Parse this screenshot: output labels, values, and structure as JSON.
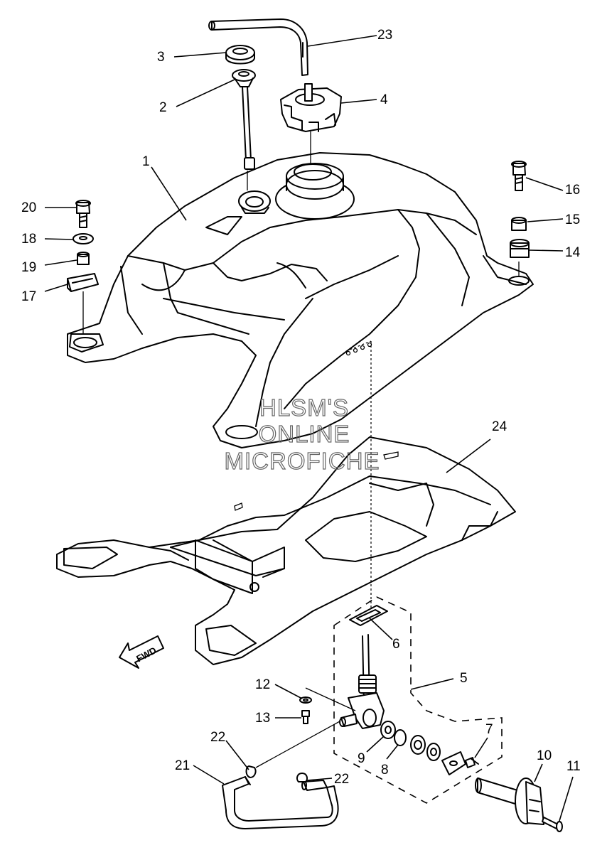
{
  "diagram": {
    "callouts": [
      {
        "id": "1",
        "part": "fuel-tank"
      },
      {
        "id": "2",
        "part": "fuel-gauge-sender"
      },
      {
        "id": "3",
        "part": "grommet"
      },
      {
        "id": "4",
        "part": "fuel-cap"
      },
      {
        "id": "5",
        "part": "fuel-cock-assembly"
      },
      {
        "id": "6",
        "part": "gasket"
      },
      {
        "id": "7",
        "part": "screw"
      },
      {
        "id": "8",
        "part": "o-ring"
      },
      {
        "id": "9",
        "part": "filter"
      },
      {
        "id": "10",
        "part": "fuel-cock-lever"
      },
      {
        "id": "11",
        "part": "screw"
      },
      {
        "id": "12",
        "part": "washer"
      },
      {
        "id": "13",
        "part": "bolt"
      },
      {
        "id": "14",
        "part": "damper"
      },
      {
        "id": "15",
        "part": "collar"
      },
      {
        "id": "16",
        "part": "bolt"
      },
      {
        "id": "17",
        "part": "damper"
      },
      {
        "id": "18",
        "part": "washer"
      },
      {
        "id": "19",
        "part": "collar"
      },
      {
        "id": "20",
        "part": "bolt"
      },
      {
        "id": "21",
        "part": "fuel-hose"
      },
      {
        "id": "22",
        "part": "hose-clip"
      },
      {
        "id": "23",
        "part": "breather-hose"
      },
      {
        "id": "24",
        "part": "tank-cover"
      }
    ],
    "labels": {
      "l1": "1",
      "l2": "2",
      "l3": "3",
      "l4": "4",
      "l5": "5",
      "l6": "6",
      "l7": "7",
      "l8": "8",
      "l9": "9",
      "l10": "10",
      "l11": "11",
      "l12": "12",
      "l13": "13",
      "l14": "14",
      "l15": "15",
      "l16": "16",
      "l17": "17",
      "l18": "18",
      "l19": "19",
      "l20": "20",
      "l21": "21",
      "l22a": "22",
      "l22b": "22",
      "l23": "23",
      "l24": "24"
    },
    "forward_arrow": "FWD",
    "watermark": [
      "HLSM'S",
      "ONLINE",
      "MICROFICHE"
    ]
  }
}
